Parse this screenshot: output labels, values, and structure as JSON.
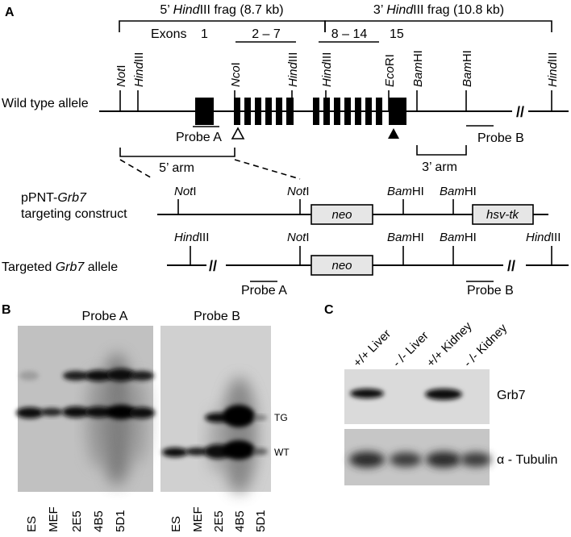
{
  "panels": {
    "a": "A",
    "b": "B",
    "c": "C"
  },
  "panel_a": {
    "frag5": {
      "pre": "5’ ",
      "enzyme": "Hind",
      "post": "III frag (8.7 kb)"
    },
    "frag3": {
      "pre": "3’ ",
      "enzyme": "Hind",
      "post": "III frag (10.8 kb)"
    },
    "exon_labels": {
      "exons": "Exons",
      "e1": "1",
      "e2_7": "2 – 7",
      "e8_14": "8 – 14",
      "e15": "15"
    },
    "wt_sites": [
      {
        "italic": "Not",
        "rest": "I"
      },
      {
        "italic": "Hind",
        "rest": "III"
      },
      {
        "italic": "Nco",
        "rest": "I"
      },
      {
        "italic": "Hind",
        "rest": "III"
      },
      {
        "italic": "Hind",
        "rest": "III"
      },
      {
        "italic": "Eco",
        "rest": "RI"
      },
      {
        "italic": "Bam",
        "rest": "HI"
      },
      {
        "italic": "Bam",
        "rest": "HI"
      },
      {
        "italic": "Hind",
        "rest": "III"
      }
    ],
    "wt_label": "Wild type allele",
    "probe_a": "Probe A",
    "probe_b": "Probe B",
    "break_mark": "//",
    "arm5": "5’ arm",
    "arm3": "3’ arm",
    "construct_label_1": {
      "pre": "pPNT-",
      "italic": "Grb7"
    },
    "construct_label_2": "targeting construct",
    "construct_sites": [
      {
        "italic": "Not",
        "rest": "I"
      },
      {
        "italic": "Not",
        "rest": "I"
      },
      {
        "italic": "Bam",
        "rest": "HI"
      },
      {
        "italic": "Bam",
        "rest": "HI"
      }
    ],
    "neo": "neo",
    "hsvtk": "hsv-tk",
    "targeted_sites": [
      {
        "italic": "Hind",
        "rest": "III"
      },
      {
        "italic": "Not",
        "rest": "I"
      },
      {
        "italic": "Bam",
        "rest": "HI"
      },
      {
        "italic": "Bam",
        "rest": "HI"
      },
      {
        "italic": "Hind",
        "rest": "III"
      }
    ],
    "targeted_label": {
      "pre": "Targeted ",
      "italic": "Grb7",
      "post": " allele"
    }
  },
  "panel_b": {
    "blot_a_title": "Probe A",
    "blot_b_title": "Probe B",
    "tg": "TG",
    "wt": "WT",
    "lanes": [
      "ES",
      "MEF",
      "2E5",
      "4B5",
      "5D1"
    ]
  },
  "panel_c": {
    "lanes": [
      "+/+ Liver",
      "- /- Liver",
      "+/+ Kidney",
      "- /- Kidney"
    ],
    "grb7": "Grb7",
    "tubulin": "α - Tubulin"
  }
}
